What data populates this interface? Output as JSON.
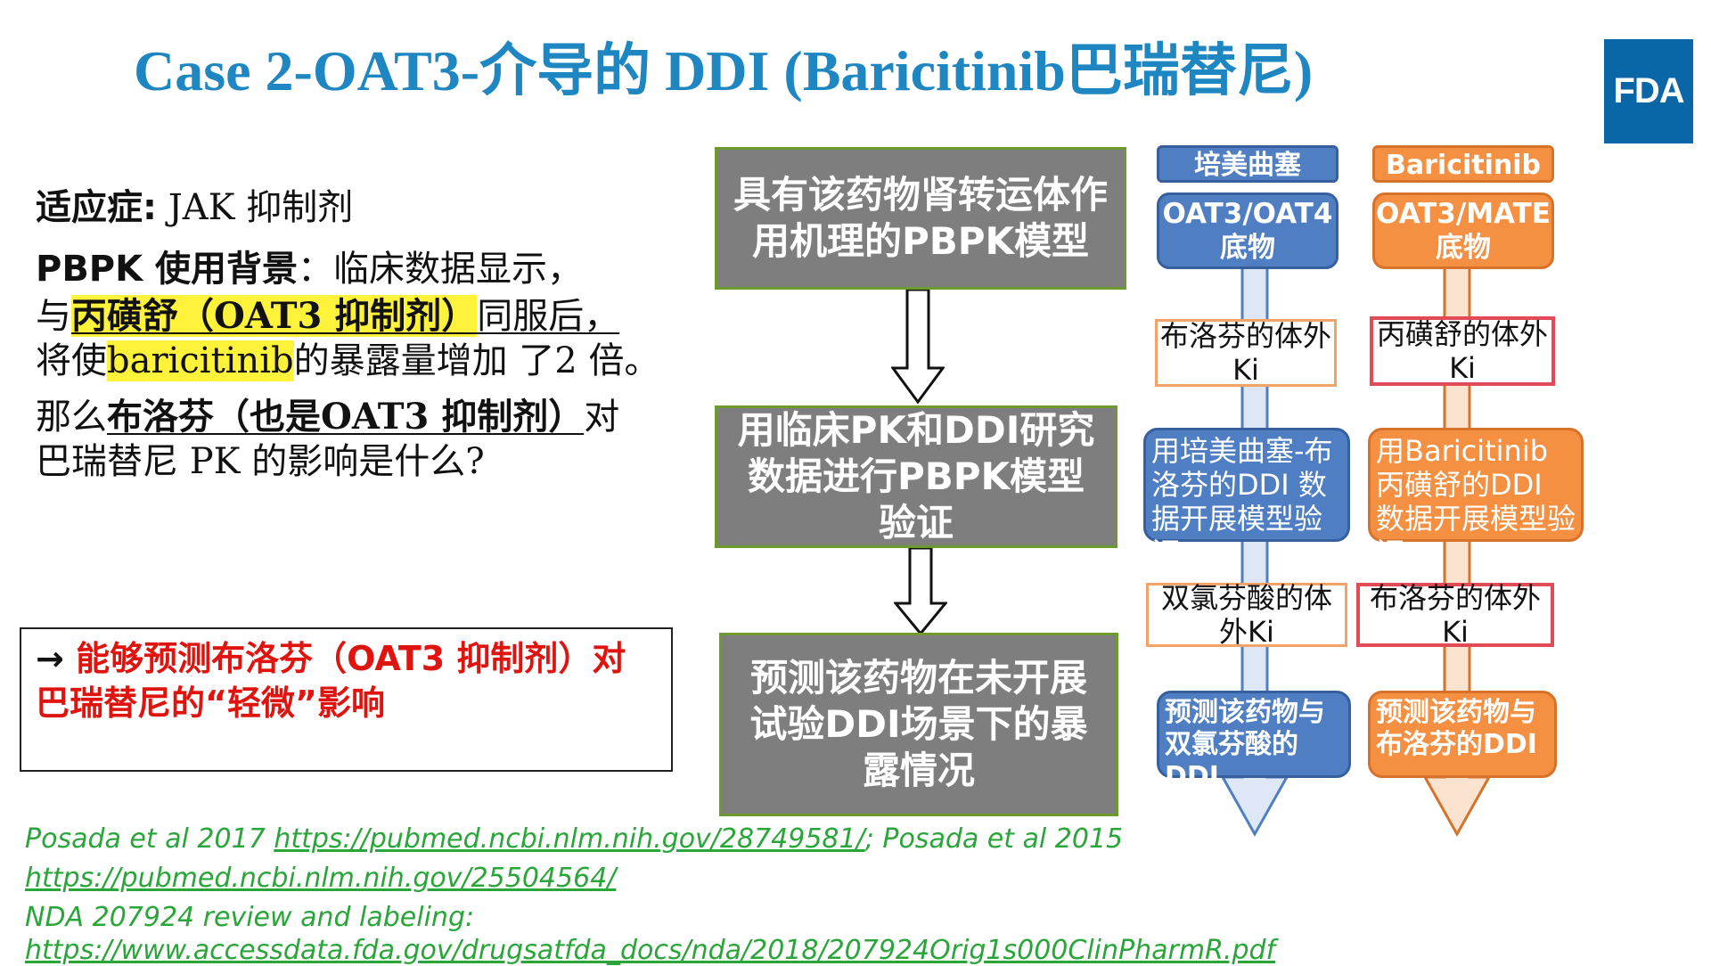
{
  "title": "Case 2-OAT3-介导的 DDI (Baricitinib巴瑞替尼)",
  "logo": "FDA",
  "left": {
    "indication_label": "适应症:",
    "indication_value": " JAK 抑制剂",
    "pbpk_label": "PBPK 使用背景",
    "pbpk_colon": "：临床数据显示，",
    "line2_a": "与",
    "line2_drug": "丙磺舒（OAT3 抑制剂）",
    "line2_b": "同服后，",
    "line3_a": "将使",
    "line3_drug": "baricitinib",
    "line3_b": "的暴露量增加 了2 倍。",
    "line4_a": "那么",
    "line4_drug": "布洛芬（也是OAT3 抑制剂）",
    "line4_b": "对",
    "line5": "巴瑞替尼 PK 的影响是什么?"
  },
  "conclusion": {
    "arrow": "→",
    "line1": " 能够预测布洛芬（OAT3 抑制剂）对",
    "line2": "巴瑞替尼的“轻微”影响"
  },
  "references": {
    "r1_text": "Posada et al 2017 ",
    "r1_link": "https://pubmed.ncbi.nlm.nih.gov/28749581/",
    "r1_tail": "; Posada et al 2015",
    "r2_link": "https://pubmed.ncbi.nlm.nih.gov/25504564/",
    "r3_text": "NDA 207924 review and labeling:",
    "r4_link": "https://www.accessdata.fda.gov/drugsatfda_docs/nda/2018/207924Orig1s000ClinPharmR.pdf"
  },
  "flow": {
    "step1": "具有该药物肾转运体作用机理的PBPK模型",
    "step2": "用临床PK和DDI研究数据进行PBPK模型验证",
    "step3": "预测该药物在未开展试验DDI场景下的暴露情况"
  },
  "col_blue": {
    "head": "培美曲塞",
    "sub": "OAT3/OAT4 底物",
    "ki": "布洛芬的体外Ki",
    "validation": "用培美曲塞-布洛芬的DDI 数据开展模型验证",
    "ki2": "双氯芬酸的体外Ki",
    "predict": "预测该药物与双氯芬酸的DDI"
  },
  "col_orange": {
    "head": "Baricitinib",
    "sub": "OAT3/MATE 底物",
    "ki": "丙磺舒的体外Ki",
    "validation": "用Baricitinib丙磺舒的DDI 数据开展模型验证",
    "ki2": "布洛芬的体外Ki",
    "predict": "预测该药物与布洛芬的DDI"
  },
  "colors": {
    "title": "#1e86c0",
    "fda": "#0a67a7",
    "conclusion": "#e0140f",
    "reference": "#2aa53a",
    "gray_box": "#7e7e7e",
    "blue": "#4f7fc2",
    "orange": "#f59042"
  }
}
